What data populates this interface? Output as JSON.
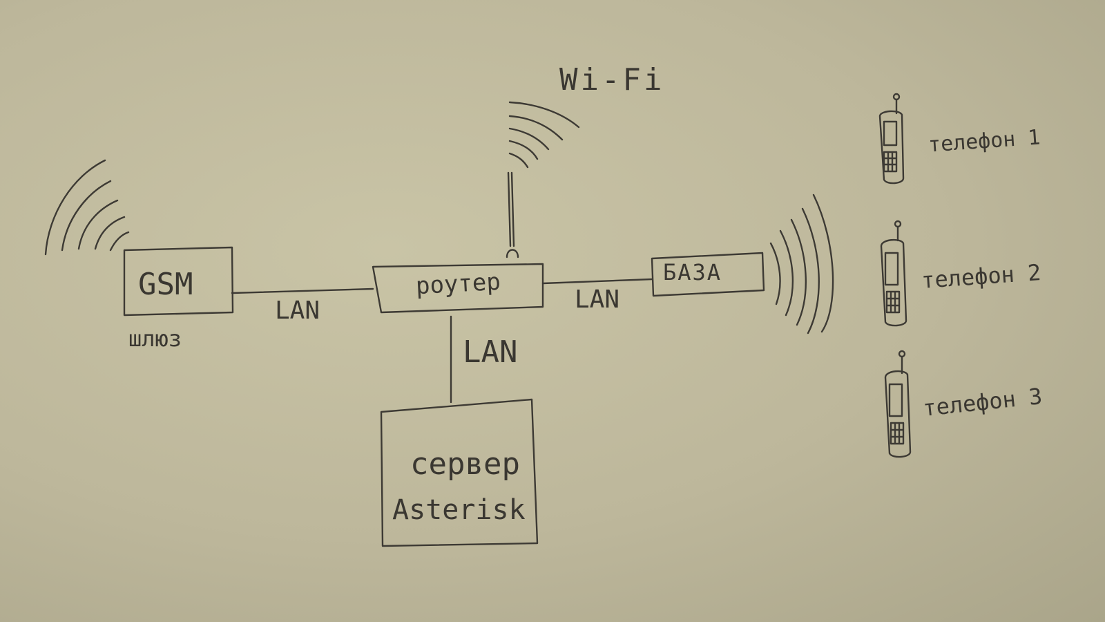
{
  "diagram": {
    "gsm": {
      "label": "GSM",
      "caption": "шлюз"
    },
    "router": {
      "label": "роутер"
    },
    "wifi": {
      "label": "Wi-Fi"
    },
    "base": {
      "label": "БАЗА"
    },
    "server": {
      "line1": "сервер",
      "line2": "Asterisk"
    },
    "links": {
      "gsm_router": "LAN",
      "router_base": "LAN",
      "router_server": "LAN"
    },
    "phones": [
      {
        "label": "телефон 1"
      },
      {
        "label": "телефон 2"
      },
      {
        "label": "телефон 3"
      }
    ]
  },
  "colors": {
    "ink": "#3d3a34",
    "paper": "#c3bea2"
  }
}
